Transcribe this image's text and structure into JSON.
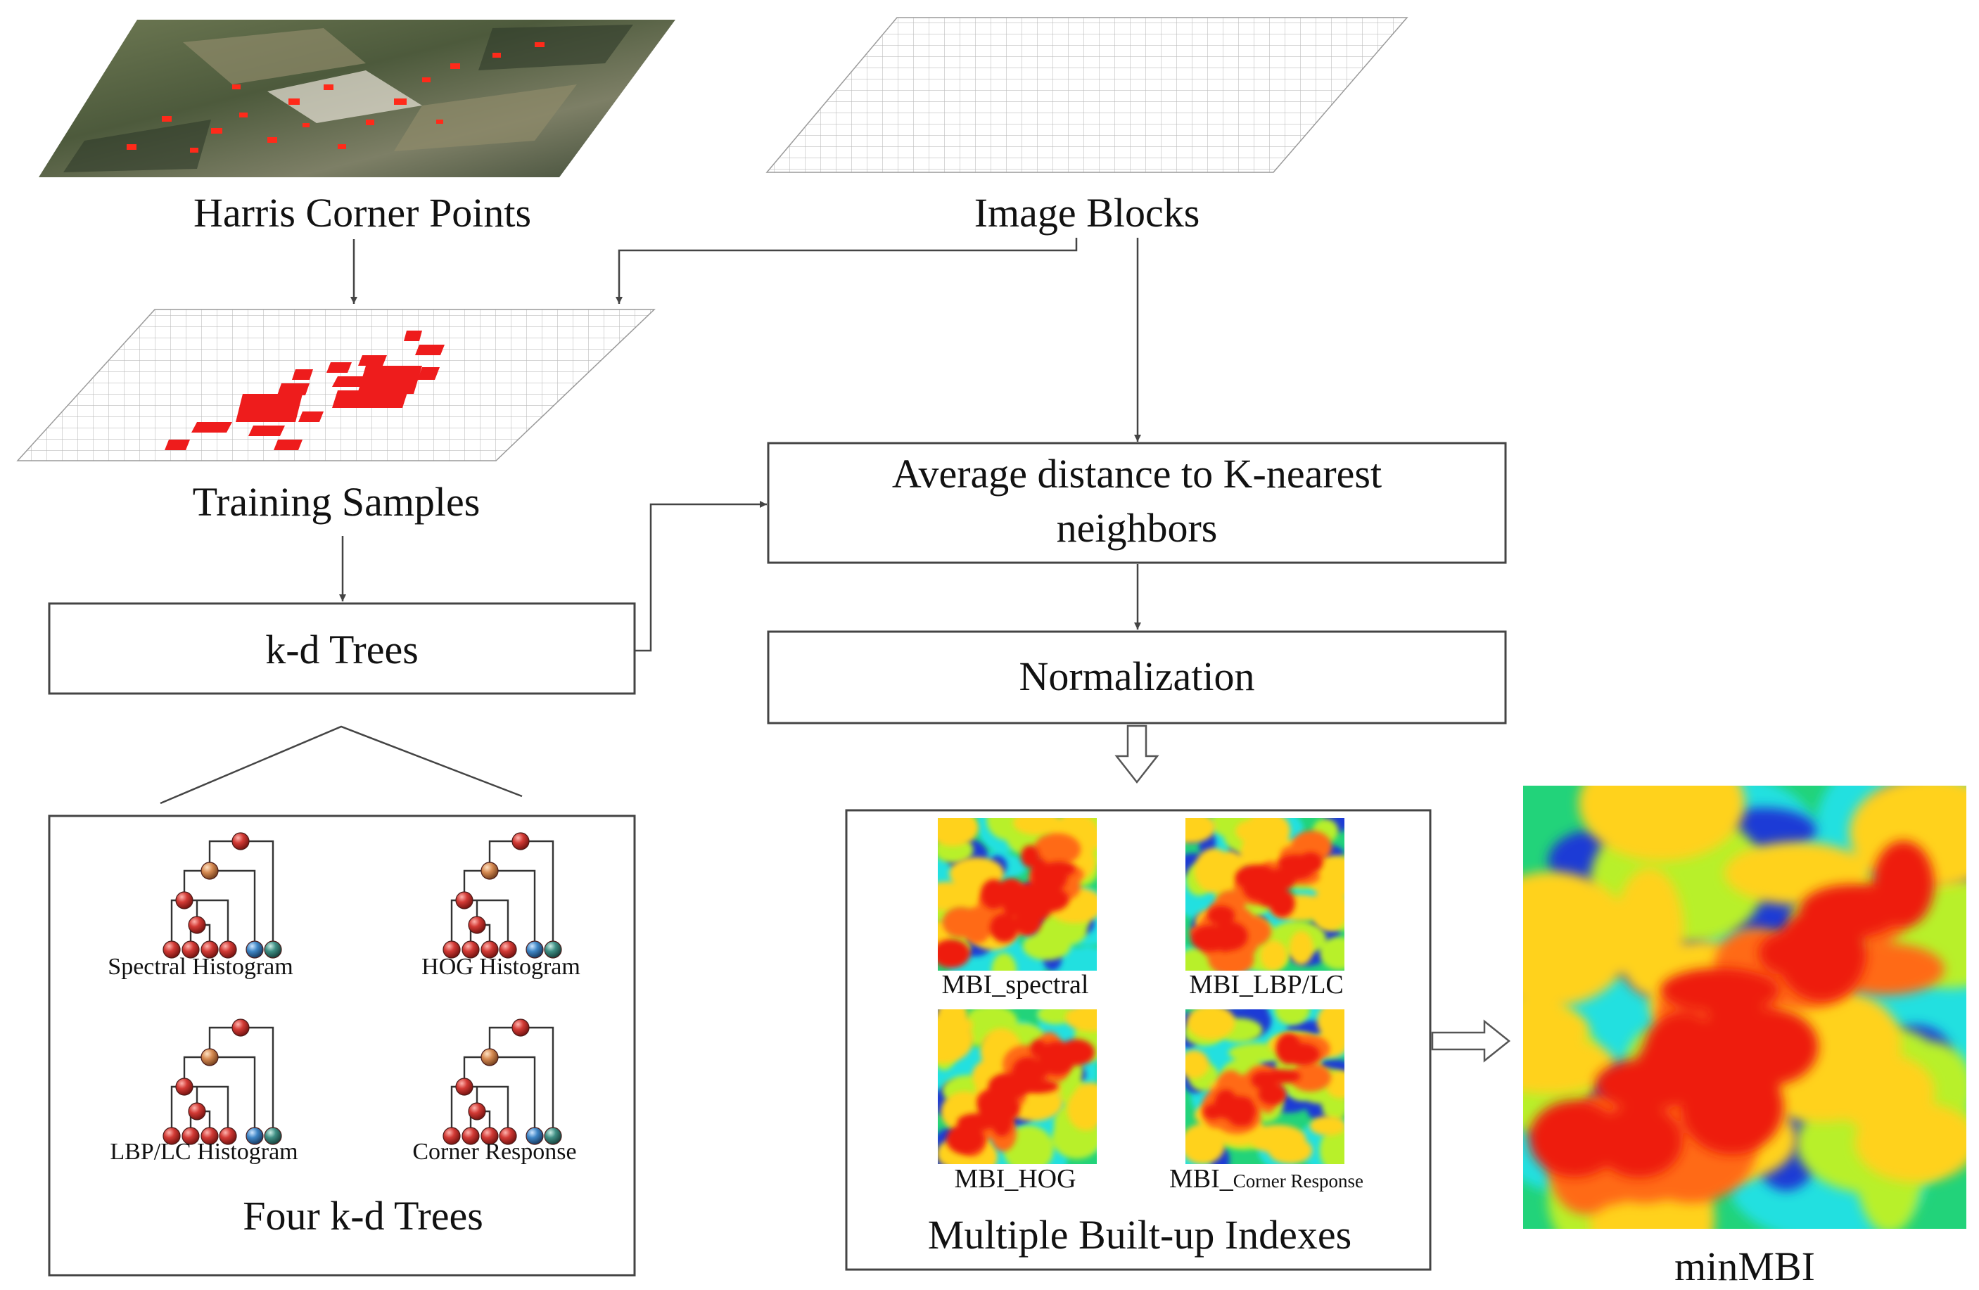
{
  "layers": {
    "harris_label": "Harris Corner Points",
    "blocks_label": "Image Blocks",
    "training_label": "Training Samples"
  },
  "boxes": {
    "kd_trees": "k-d Trees",
    "avg_line1": "Average distance to K-nearest",
    "avg_line2": "neighbors",
    "normalization": "Normalization"
  },
  "trees_panel": {
    "title": "Four k-d Trees",
    "labels": [
      "Spectral Histogram",
      "HOG Histogram",
      "LBP/LC Histogram",
      "Corner Response"
    ]
  },
  "indexes_panel": {
    "title": "Multiple Built-up Indexes",
    "labels": [
      "MBI_spectral",
      "MBI_LBP/LC",
      "MBI_HOG"
    ],
    "corner_label_prefix": "MBI_",
    "corner_label_suffix": "Corner Response"
  },
  "output": {
    "label": "minMBI"
  },
  "colors": {
    "node_red": "#d23a35",
    "node_orange": "#d68a52",
    "node_blue": "#3f86c6",
    "node_teal": "#3f8f84",
    "sample_red": "#ee1c1c"
  }
}
